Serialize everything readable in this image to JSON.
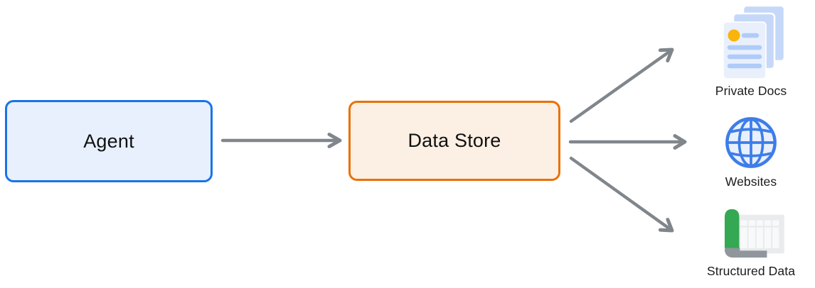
{
  "diagram": {
    "background_color": "#ffffff",
    "text_color": "#1b1b1b",
    "arrow_color": "#80868b",
    "nodes": [
      {
        "id": "agent",
        "label": "Agent",
        "fill_color": "#e8f0fe",
        "border_color": "#1a73e8"
      },
      {
        "id": "data-store",
        "label": "Data Store",
        "fill_color": "#fcefe3",
        "border_color": "#e8710a"
      }
    ],
    "targets": [
      {
        "id": "private-docs",
        "label": "Private Docs",
        "icon": "documents-stack-icon",
        "icon_colors": {
          "page_front": "#e9f0fc",
          "page_back": "#c6d8f8",
          "text_lines": "#afcbf9",
          "bullet": "#f9b50b"
        }
      },
      {
        "id": "websites",
        "label": "Websites",
        "icon": "globe-icon",
        "icon_colors": {
          "stroke": "#3d7de8",
          "fill": "#e8f0fe"
        }
      },
      {
        "id": "structured-data",
        "label": "Structured Data",
        "icon": "spreadsheet-scroll-icon",
        "icon_colors": {
          "roll": "#34a853",
          "curl": "#90969b",
          "sheet": "#e9ebed",
          "cells": "#f8f9fa"
        }
      }
    ],
    "edges": [
      {
        "from": "agent",
        "to": "data-store"
      },
      {
        "from": "data-store",
        "to": "private-docs"
      },
      {
        "from": "data-store",
        "to": "websites"
      },
      {
        "from": "data-store",
        "to": "structured-data"
      }
    ]
  }
}
